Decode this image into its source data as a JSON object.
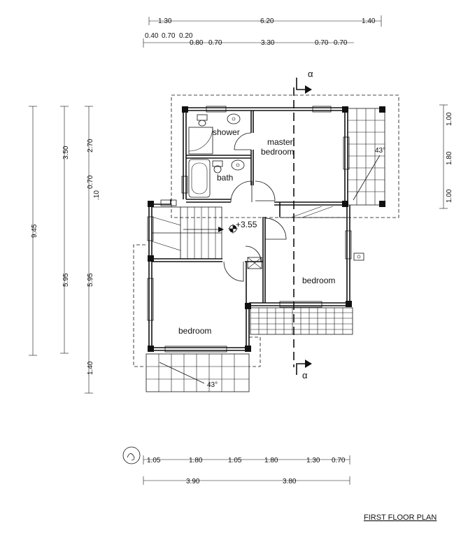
{
  "drawing_title": "FIRST FLOOR PLAN",
  "rooms": {
    "shower": "shower",
    "master_bedroom_1": "master",
    "master_bedroom_2": "bedroom",
    "bath": "bath",
    "bedroom_east": "bedroom",
    "bedroom_west": "bedroom"
  },
  "level_mark": "+3.55",
  "slope_balcony_ne": "43°",
  "slope_balcony_sw": "43°",
  "section_mark": "α",
  "top_dims_row1": [
    "1.30",
    "6.20",
    "1.40"
  ],
  "top_dims_row2a": [
    "0.40",
    "0.70",
    "0.20"
  ],
  "top_dims_row2b": [
    "0.80",
    "0.70",
    "3.30",
    "0.70",
    "0.70"
  ],
  "left_dims": {
    "total": "9.45",
    "upper": "3.50",
    "lower": "5.95",
    "upper_b": "2.70",
    "mid_b": "0.70",
    "mid_c": ".10",
    "lower_b": "5.95",
    "bottom": "1.40"
  },
  "right_dims": [
    "1.00",
    "1.80",
    "1.00"
  ],
  "bottom_dims_row1": [
    "1.05",
    "1.80",
    "1.05",
    "1.80",
    "1.30",
    "0.70"
  ],
  "bottom_dims_row2": [
    "3.90",
    "3.80"
  ]
}
